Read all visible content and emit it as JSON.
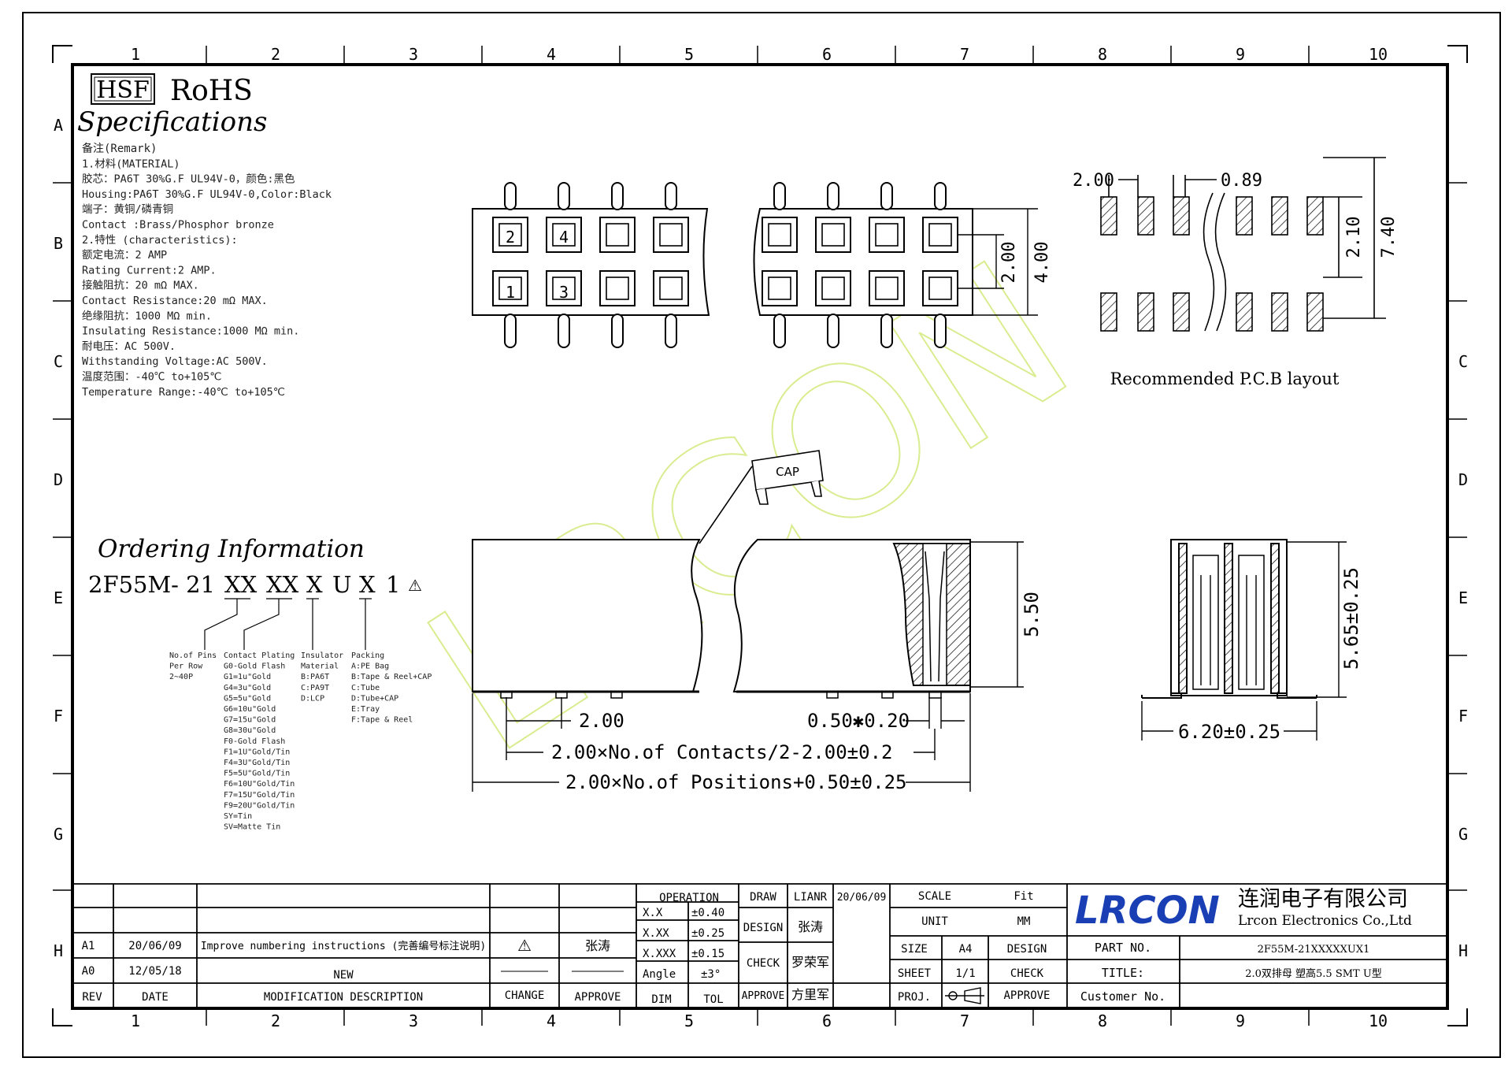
{
  "grid": {
    "columns": [
      "1",
      "2",
      "3",
      "4",
      "5",
      "6",
      "7",
      "8",
      "9",
      "10"
    ],
    "rows": [
      "A",
      "B",
      "C",
      "D",
      "E",
      "F",
      "G",
      "H"
    ]
  },
  "header": {
    "hsf": "HSF",
    "rohs": "RoHS",
    "specifications": "Specifications"
  },
  "remarks": [
    "备注(Remark)",
    "1.材料(MATERIAL)",
    "胶芯：PA6T 30%G.F UL94V-0，颜色:黑色",
    "Housing:PA6T 30%G.F UL94V-0,Color:Black",
    "端子：黄铜/磷青铜",
    "Contact :Brass/Phosphor bronze",
    "2.特性 (characteristics):",
    "额定电流：2 AMP",
    "Rating Current:2 AMP.",
    "接触阻抗：20 mΩ MAX.",
    "Contact Resistance:20 mΩ MAX.",
    "绝缘阻抗：1000 MΩ min.",
    "Insulating Resistance:1000 MΩ min.",
    "耐电压：AC 500V.",
    "Withstanding Voltage:AC 500V.",
    "温度范围：-40℃ to+105℃",
    "Temperature Range:-40℃ to+105℃"
  ],
  "front_view": {
    "pin_labels": [
      "2",
      "4",
      "1",
      "3"
    ],
    "dim_pitch_v": "2.00",
    "dim_total_v": "4.00"
  },
  "pcb_layout": {
    "dim_pitch": "2.00",
    "dim_pad_w": "0.89",
    "dim_inner": "2.10",
    "dim_outer": "7.40",
    "caption": "Recommended P.C.B layout"
  },
  "cap_label": "CAP",
  "ordering": {
    "title": "Ordering Information",
    "code_prefix": "2F55M- 21",
    "code_parts": [
      "XX",
      "XX",
      "X",
      "U",
      "X",
      "1"
    ],
    "warning_mark": "⚠",
    "legends": [
      {
        "title": [
          "No.of Pins",
          "Per Row",
          "2~40P"
        ],
        "items": []
      },
      {
        "title": [
          "Contact Plating"
        ],
        "items": [
          "G0-Gold Flash",
          "G1=1u\"Gold",
          "G4=3u\"Gold",
          "G5=5u\"Gold",
          "G6=10u\"Gold",
          "G7=15u\"Gold",
          "G8=30u\"Gold",
          "F0-Gold Flash",
          "F1=1U\"Gold/Tin",
          "F4=3U\"Gold/Tin",
          "F5=5U\"Gold/Tin",
          "F6=10U\"Gold/Tin",
          "F7=15U\"Gold/Tin",
          "F9=20U\"Gold/Tin",
          "SY=Tin",
          "SV=Matte Tin"
        ]
      },
      {
        "title": [
          "Insulator",
          "Material"
        ],
        "items": [
          "B:PA6T",
          "C:PA9T",
          "D:LCP"
        ]
      },
      {
        "title": [
          "Packing"
        ],
        "items": [
          "A:PE Bag",
          "B:Tape & Reel+CAP",
          "C:Tube",
          "D:Tube+CAP",
          "E:Tray",
          "F:Tape & Reel"
        ]
      }
    ]
  },
  "side_view": {
    "dim_height": "5.50",
    "dim_pitch": "2.00",
    "dim_pin": "0.50✱0.20",
    "dim_contacts": "2.00×No.of Contacts/2-2.00±0.2",
    "dim_positions": "2.00×No.of Positions+0.50±0.25"
  },
  "end_view": {
    "dim_height": "5.65±0.25",
    "dim_width": "6.20±0.25"
  },
  "watermark": "LRCON",
  "title_block": {
    "revisions": [
      {
        "rev": "A1",
        "date": "20/06/09",
        "desc": "Improve numbering instructions (完善编号标注说明)",
        "change": "⚠",
        "approve": "张涛"
      },
      {
        "rev": "A0",
        "date": "12/05/18",
        "desc": "NEW",
        "change": "",
        "approve": ""
      }
    ],
    "rev_headers": {
      "rev": "REV",
      "date": "DATE",
      "desc": "MODIFICATION DESCRIPTION",
      "change": "CHANGE",
      "approve": "APPROVE"
    },
    "operation": "OPERATION",
    "tolerances": [
      {
        "dim": "X.X",
        "tol": "±0.40"
      },
      {
        "dim": "X.XX",
        "tol": "±0.25"
      },
      {
        "dim": "X.XXX",
        "tol": "±0.15"
      },
      {
        "dim": "Angle",
        "tol": "±3°"
      }
    ],
    "dim_label": "DIM",
    "tol_label": "TOL",
    "draw_label": "DRAW",
    "draw_name": "LIANR",
    "draw_date": "20/06/09",
    "design_label": "DESIGN",
    "design_name": "张涛",
    "check_label": "CHECK",
    "check_name": "罗荣军",
    "approve_label": "APPROVE",
    "approve_name": "方里军",
    "scale_label": "SCALE",
    "scale_value": "Fit",
    "unit_label": "UNIT",
    "unit_value": "MM",
    "size_label": "SIZE",
    "size_value": "A4",
    "sheet_label": "SHEET",
    "sheet_value": "1/1",
    "proj_label": "PROJ.",
    "design2_label": "DESIGN",
    "check2_label": "CHECK",
    "approve2_label": "APPROVE",
    "company_logo": "LRCON",
    "company_cn": "连润电子有限公司",
    "company_en": "Lrcon Electronics Co.,Ltd",
    "part_no_label": "PART NO.",
    "part_no_value": "2F55M-21XXXXXUX1",
    "title_label": "TITLE:",
    "title_value": "2.0双排母 塑高5.5 SMT U型",
    "customer_label": "Customer No."
  },
  "colors": {
    "line": "#000000",
    "logo_blue": "#1a3fb5",
    "watermark": "#e8f2b0"
  }
}
